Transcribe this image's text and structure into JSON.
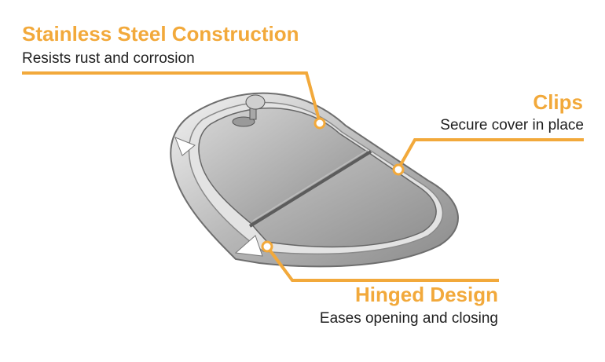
{
  "accent_color": "#f2a93b",
  "callouts": [
    {
      "title": "Stainless Steel Construction",
      "description": "Resists rust and corrosion"
    },
    {
      "title": "Clips",
      "description": "Secure cover in place"
    },
    {
      "title": "Hinged Design",
      "description": "Eases opening and closing"
    }
  ],
  "icons": [
    "hinged-lid-image",
    "knob-icon",
    "callout-marker-icon"
  ]
}
